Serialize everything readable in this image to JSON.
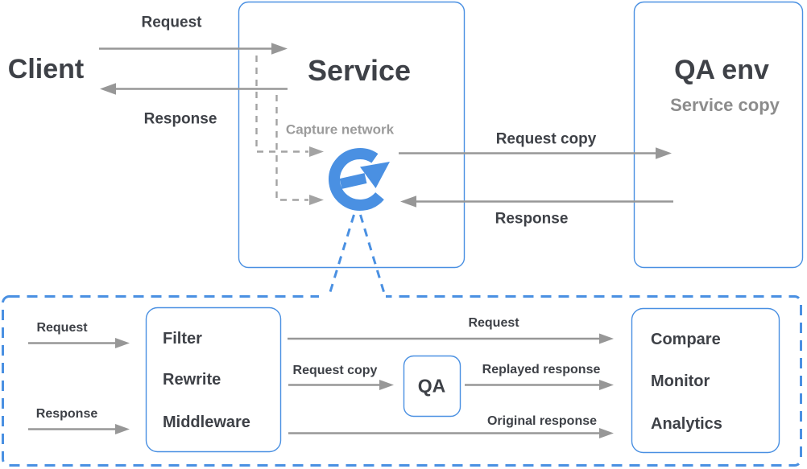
{
  "palette": {
    "accent_blue": "#4a90e2",
    "arrow_gray": "#979797",
    "dashed_gray": "#a3a3a3",
    "text_dark": "#3e4147",
    "text_gray": "#9b9b9b",
    "text_gray_subtitle": "#8c8c8c"
  },
  "overview": {
    "client_label": "Client",
    "request_label": "Request",
    "response_label": "Response",
    "service_box": {
      "title": "Service",
      "capture_label": "Capture network",
      "logo_icon": "circular-replay-arrow-icon"
    },
    "request_copy_label": "Request copy",
    "response_copy_label": "Response",
    "qa_env_box": {
      "title": "QA env",
      "subtitle": "Service copy"
    }
  },
  "detail_panel": {
    "request_in_label": "Request",
    "response_in_label": "Response",
    "processor_box": {
      "items": [
        "Filter",
        "Rewrite",
        "Middleware"
      ]
    },
    "request_out_label": "Request",
    "request_copy_label": "Request copy",
    "qa_box_label": "QA",
    "replayed_response_label": "Replayed response",
    "original_response_label": "Original response",
    "analysis_box": {
      "items": [
        "Compare",
        "Monitor",
        "Analytics"
      ]
    }
  }
}
